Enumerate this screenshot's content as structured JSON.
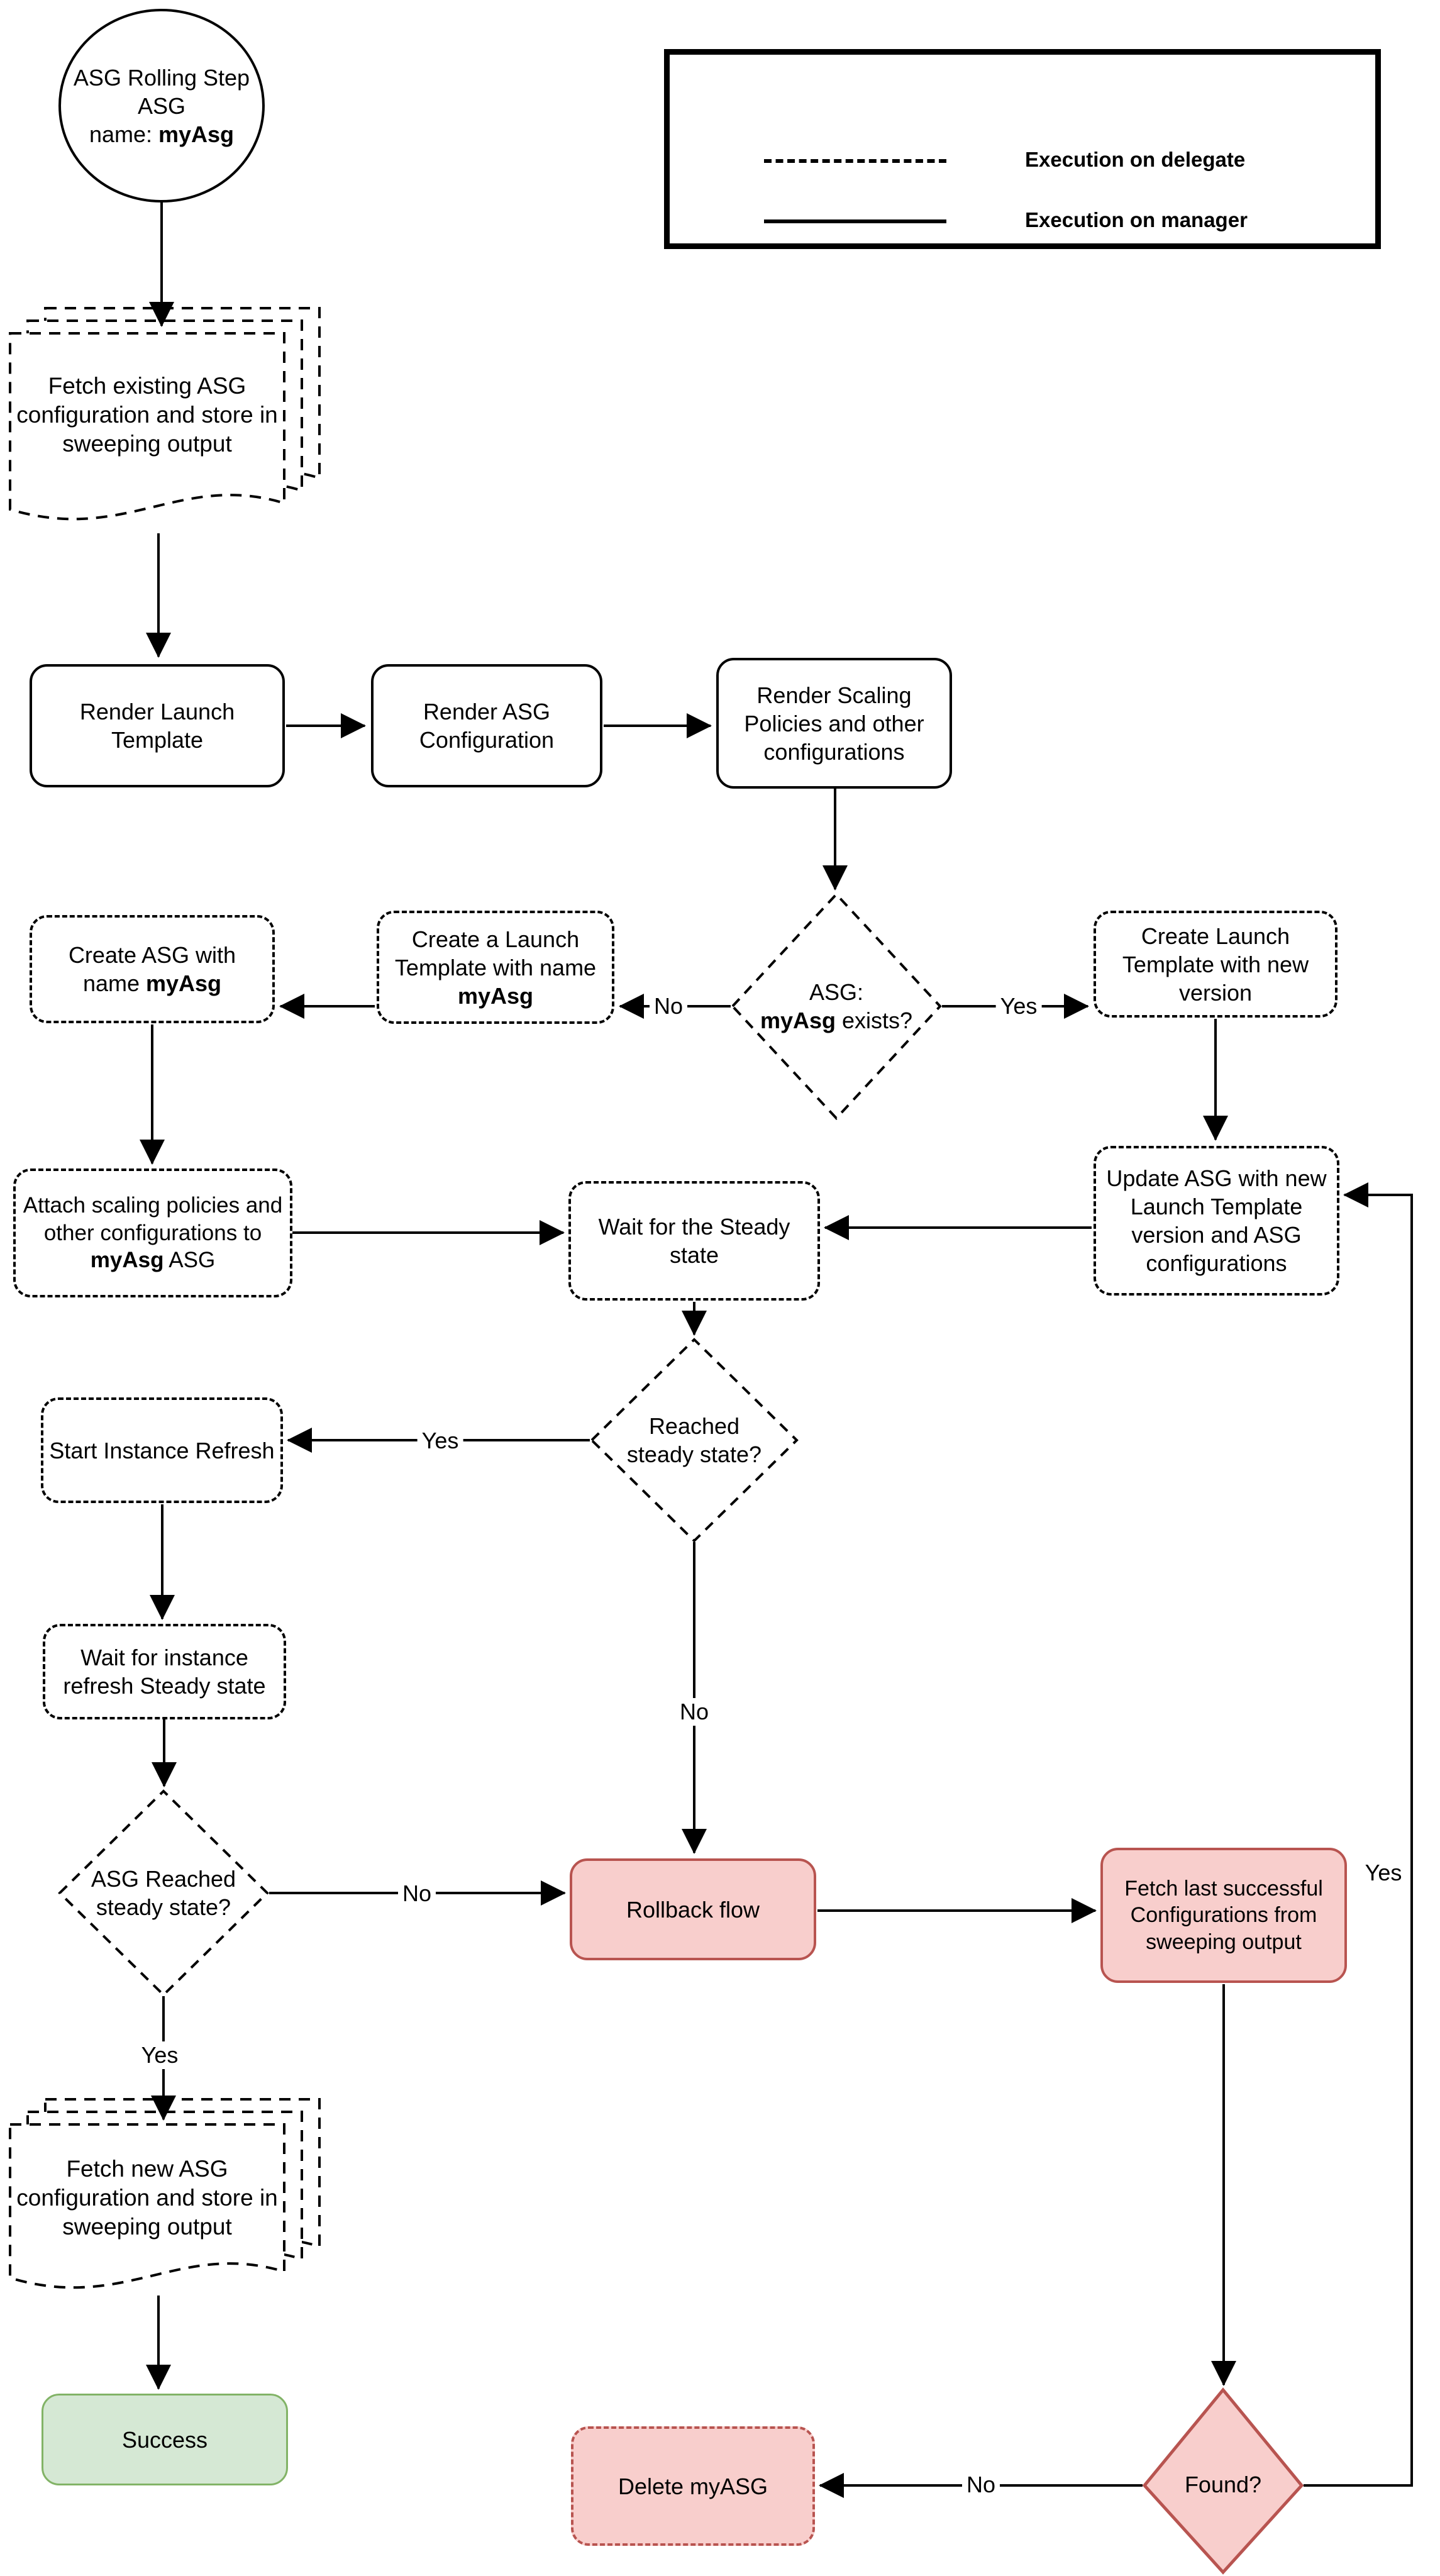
{
  "legend": {
    "delegate_label": "Execution on delegate",
    "manager_label": "Execution on manager"
  },
  "nodes": {
    "start": {
      "line1": "ASG Rolling Step",
      "line2": "ASG",
      "name_prefix": "name: ",
      "name_bold": "myAsg"
    },
    "fetch_existing": {
      "text": "Fetch existing ASG configuration and store in sweeping output"
    },
    "render_launch": {
      "text": "Render Launch Template"
    },
    "render_asg": {
      "text": "Render ASG Configuration"
    },
    "render_scaling": {
      "text": "Render Scaling Policies and other configurations"
    },
    "asg_exists": {
      "line1": "ASG:",
      "bold": "myAsg",
      "suffix": " exists?"
    },
    "create_launch_named": {
      "prefix": "Create a Launch Template with name ",
      "bold": "myAsg"
    },
    "create_asg": {
      "prefix": "Create ASG with name ",
      "bold": "myAsg"
    },
    "create_launch_new": {
      "text": "Create Launch Template with new version"
    },
    "attach_scaling": {
      "prefix": "Attach scaling policies and other configurations to ",
      "bold": "myAsg",
      "suffix": " ASG"
    },
    "wait_steady": {
      "text": "Wait for the Steady state"
    },
    "update_asg": {
      "text": "Update ASG with new Launch Template version and ASG configurations"
    },
    "reached_steady": {
      "text": "Reached steady state?"
    },
    "start_refresh": {
      "text": "Start Instance Refresh"
    },
    "wait_refresh": {
      "text": "Wait for instance refresh Steady state"
    },
    "asg_reached": {
      "text": "ASG Reached steady state?"
    },
    "rollback": {
      "text": "Rollback flow"
    },
    "fetch_last": {
      "text": "Fetch last successful Configurations from sweeping output"
    },
    "fetch_new": {
      "text": "Fetch new ASG configuration and store in sweeping output"
    },
    "success": {
      "text": "Success"
    },
    "delete_asg": {
      "text": "Delete myASG"
    },
    "found": {
      "text": "Found?"
    }
  },
  "edge_labels": {
    "exists_no": "No",
    "exists_yes": "Yes",
    "reached_yes": "Yes",
    "reached_no": "No",
    "asg_reached_no": "No",
    "asg_reached_yes": "Yes",
    "found_no": "No",
    "found_yes": "Yes"
  },
  "colors": {
    "line": "#000000",
    "danger_fill": "#f8cecc",
    "danger_border": "#b85450",
    "success_fill": "#d5e8d4",
    "success_border": "#82b366"
  }
}
